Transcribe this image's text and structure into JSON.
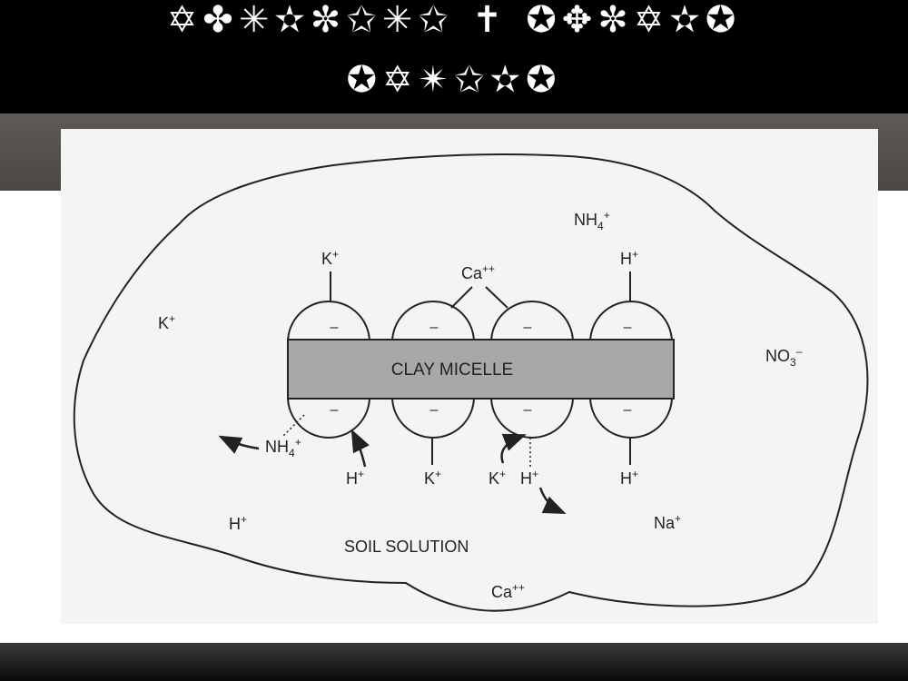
{
  "slide": {
    "title_line1": "✡✤✳✫✼✩✳✩ ✝ ✪✥✼✡✫✪",
    "title_line2": "✪✡✴✩✫✪"
  },
  "diagram": {
    "micelle_label": "CLAY MICELLE",
    "solution_label": "SOIL SOLUTION",
    "charge_symbol": "–",
    "free_ions": [
      {
        "base": "NH",
        "sub": "4",
        "sup": "+"
      },
      {
        "base": "K",
        "sub": "",
        "sup": "+"
      },
      {
        "base": "NO",
        "sub": "3",
        "sup": "–"
      },
      {
        "base": "H",
        "sub": "",
        "sup": "+"
      },
      {
        "base": "Na",
        "sub": "",
        "sup": "+"
      },
      {
        "base": "Ca",
        "sub": "",
        "sup": "++"
      }
    ],
    "top_ions": [
      {
        "base": "K",
        "sub": "",
        "sup": "+"
      },
      {
        "base": "Ca",
        "sub": "",
        "sup": "++"
      },
      {
        "base": "H",
        "sub": "",
        "sup": "+"
      }
    ],
    "bottom_ions": [
      {
        "base": "NH",
        "sub": "4",
        "sup": "+"
      },
      {
        "base": "H",
        "sub": "",
        "sup": "+"
      },
      {
        "base": "K",
        "sub": "",
        "sup": "+"
      },
      {
        "base": "K",
        "sub": "",
        "sup": "+"
      },
      {
        "base": "H",
        "sub": "",
        "sup": "+"
      },
      {
        "base": "H",
        "sub": "",
        "sup": "+"
      }
    ]
  }
}
